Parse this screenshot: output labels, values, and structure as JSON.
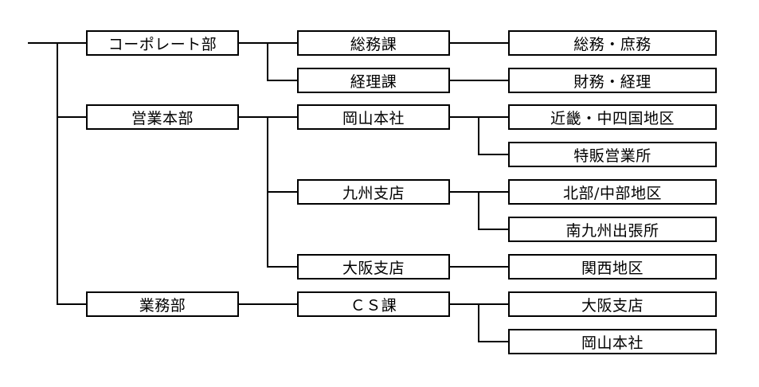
{
  "org_chart": {
    "departments": [
      {
        "label": "コーポレート部",
        "sections": [
          {
            "label": "総務課",
            "units": [
              "総務・庶務"
            ]
          },
          {
            "label": "経理課",
            "units": [
              "財務・経理"
            ]
          }
        ]
      },
      {
        "label": "営業本部",
        "sections": [
          {
            "label": "岡山本社",
            "units": [
              "近畿・中四国地区",
              "特販営業所"
            ]
          },
          {
            "label": "九州支店",
            "units": [
              "北部/中部地区",
              "南九州出張所"
            ]
          },
          {
            "label": "大阪支店",
            "units": [
              "関西地区"
            ]
          }
        ]
      },
      {
        "label": "業務部",
        "sections": [
          {
            "label": "ＣＳ課",
            "units": [
              "大阪支店",
              "岡山本社"
            ]
          }
        ]
      }
    ]
  }
}
